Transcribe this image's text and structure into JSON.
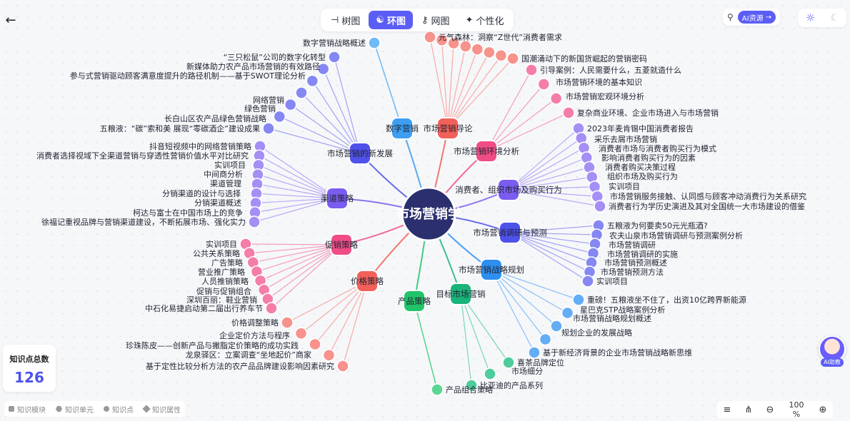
{
  "nav": {
    "back_icon": "arrow-left-icon"
  },
  "views": [
    {
      "label": "树图",
      "icon": "tree-icon"
    },
    {
      "label": "环图",
      "icon": "ring-icon",
      "active": true
    },
    {
      "label": "网图",
      "icon": "network-icon"
    },
    {
      "label": "个性化",
      "icon": "magic-wand-icon"
    }
  ],
  "search": {
    "icon": "search-icon",
    "ai_label": "AI资源"
  },
  "theme": {
    "light_icon": "sun-icon",
    "dark_icon": "moon-icon"
  },
  "stats": {
    "title": "知识点总数",
    "count": "126"
  },
  "legend": [
    "知识模块",
    "知识单元",
    "知识点",
    "知识属性"
  ],
  "zoom": {
    "value": "100 %"
  },
  "ai_assistant": {
    "label": "AI助教"
  },
  "colors": {
    "accent": "#5b5ef4",
    "center": "#2b2f6e"
  },
  "graph": {
    "center": "市场营销学",
    "categories": [
      {
        "name": "数字营销",
        "color": "#3d9ef2",
        "light": "#6fb9f7",
        "leaves": [
          "数字营销战略概述"
        ]
      },
      {
        "name": "市场营销导论",
        "color": "#f2605a",
        "light": "#f7928c",
        "leaves": [
          "元气森林：洞察“Z世代”消费者需求",
          "国潮涌动下的新国货崛起的营销密码"
        ]
      },
      {
        "name": "市场营销环境分析",
        "color": "#f04d86",
        "light": "#f47ea8",
        "leaves": [
          "引导案例：人民需要什么，五菱就造什么",
          "市场营销环境的基本知识",
          "市场营销宏观环境分析",
          "复杂商业环境、企业市场进入与市场营销"
        ]
      },
      {
        "name": "消费者、组织市场及购买行为",
        "color": "#7a5cf0",
        "light": "#a48ff5",
        "leaves": [
          "2023年麦肯锡中国消费者报告",
          "采乐去屑市场营销",
          "消费者市场与消费者购买行为模式",
          "影响消费者购买行为的因素",
          "消费者购买决策过程",
          "组织市场及购买行为",
          "实训项目",
          "市场营销服务接触、认同感与顾客冲动消费行为关系研究",
          "消费者行为学历史演进及其对全国统一大市场建设的借鉴"
        ]
      },
      {
        "name": "市场营销调研与预测",
        "color": "#4f52e8",
        "light": "#8587f3",
        "leaves": [
          "五粮液为何要卖50元光瓶酒?",
          "农夫山泉市场营销调研与预测案例分析",
          "市场营销调研",
          "市场营销调研的实施",
          "市场营销预测概述",
          "市场营销预测方法",
          "实训项目"
        ]
      },
      {
        "name": "市场营销战略规划",
        "color": "#2e8ff0",
        "light": "#63adf5",
        "leaves": [
          "重磅！五粮液坐不住了，出资10亿跨界新能源",
          "星巴克STP战略案例分析",
          "市场营销战略规划概述",
          "规划企业的发展战略",
          "基于新经济背景的企业市场营销战略新思维"
        ]
      },
      {
        "name": "目标市场营销",
        "color": "#18b47a",
        "light": "#4fcc9c",
        "leaves": [
          "喜茶品牌定位",
          "市场细分",
          "比亚迪的产品系列"
        ]
      },
      {
        "name": "产品策略",
        "color": "#22c46a",
        "light": "#5ad692",
        "leaves": [
          "产品组合策略"
        ]
      },
      {
        "name": "价格策略",
        "color": "#f2605a",
        "light": "#f7928c",
        "leaves": [
          "价格调整策略",
          "企业定价方法与程序",
          "珍珠陈皮——创新产品与撇脂定价策略的成功实践",
          "龙泉驿区：立案调查“坐地起价”商家",
          "基于定性比较分析方法的农产品品牌建设影响因素研究"
        ]
      },
      {
        "name": "促销策略",
        "color": "#f04d86",
        "light": "#f47ea8",
        "leaves": [
          "实训项目",
          "公共关系策略",
          "广告策略",
          "营业推广策略",
          "人员推销策略",
          "促销与促销组合",
          "深圳百丽：鞋业营销",
          "中石化易捷启动第二届出行养车节"
        ]
      },
      {
        "name": "渠道策略",
        "color": "#7a5cf0",
        "light": "#a48ff5",
        "leaves": [
          "抖音短视频中的网络营销策略",
          "消费者选择视域下全渠道营销与穿透性营销价值水平对比研究",
          "实训项目",
          "中间商分析",
          "渠道管理",
          "分销渠道的设计与选择",
          "分销渠道概述",
          "柯达与富士在中国市场上的竞争",
          "徐福记重视品牌与营销渠道建设，不断拓展市场、强化实力"
        ]
      },
      {
        "name": "市场营销的新发展",
        "color": "#4f52e8",
        "light": "#8587f3",
        "leaves": [
          "“三只松鼠”公司的数字化转型",
          "新媒体助力农产品市场营销的有效路径",
          "参与式营销驱动顾客满意度提升的路径机制——基于SWOT理论分析",
          "网络营销",
          "绿色营销",
          "长白山区农产品绿色营销战略",
          "五粮液：“碳”索和美 展现“零碳酒企”建设成果"
        ]
      }
    ]
  }
}
